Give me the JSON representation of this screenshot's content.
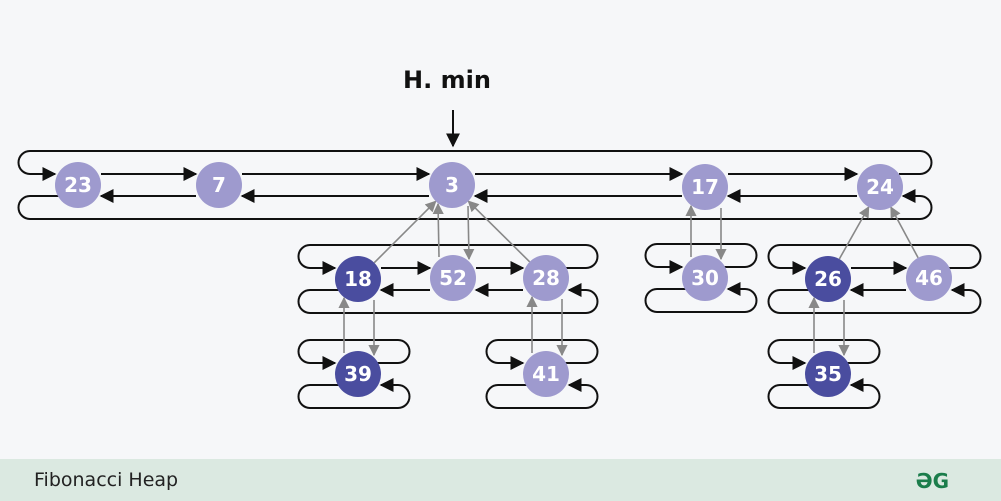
{
  "pointer_label": "H. min",
  "footer": {
    "title": "Fibonacci Heap",
    "logo": "GfG logo"
  },
  "colors": {
    "light": "#9e9ace",
    "dark": "#4a4d9f",
    "line": "#111111",
    "child_line": "#888888"
  },
  "nodes": [
    {
      "id": "23",
      "label": "23",
      "shade": "light"
    },
    {
      "id": "7",
      "label": "7",
      "shade": "light"
    },
    {
      "id": "3",
      "label": "3",
      "shade": "light"
    },
    {
      "id": "17",
      "label": "17",
      "shade": "light"
    },
    {
      "id": "24",
      "label": "24",
      "shade": "light"
    },
    {
      "id": "18",
      "label": "18",
      "shade": "dark"
    },
    {
      "id": "52",
      "label": "52",
      "shade": "light"
    },
    {
      "id": "28",
      "label": "28",
      "shade": "light"
    },
    {
      "id": "30",
      "label": "30",
      "shade": "light"
    },
    {
      "id": "26",
      "label": "26",
      "shade": "dark"
    },
    {
      "id": "46",
      "label": "46",
      "shade": "light"
    },
    {
      "id": "39",
      "label": "39",
      "shade": "dark"
    },
    {
      "id": "41",
      "label": "41",
      "shade": "light"
    },
    {
      "id": "35",
      "label": "35",
      "shade": "dark"
    }
  ],
  "sibling_lists": [
    [
      "23",
      "7",
      "3",
      "17",
      "24"
    ],
    [
      "18",
      "52",
      "28"
    ],
    [
      "30"
    ],
    [
      "26",
      "46"
    ],
    [
      "39"
    ],
    [
      "41"
    ],
    [
      "35"
    ]
  ],
  "parent_child": [
    [
      "3",
      "18"
    ],
    [
      "3",
      "52"
    ],
    [
      "3",
      "28"
    ],
    [
      "17",
      "30"
    ],
    [
      "24",
      "26"
    ],
    [
      "24",
      "46"
    ],
    [
      "18",
      "39"
    ],
    [
      "28",
      "41"
    ],
    [
      "26",
      "35"
    ]
  ],
  "min_node": "3"
}
